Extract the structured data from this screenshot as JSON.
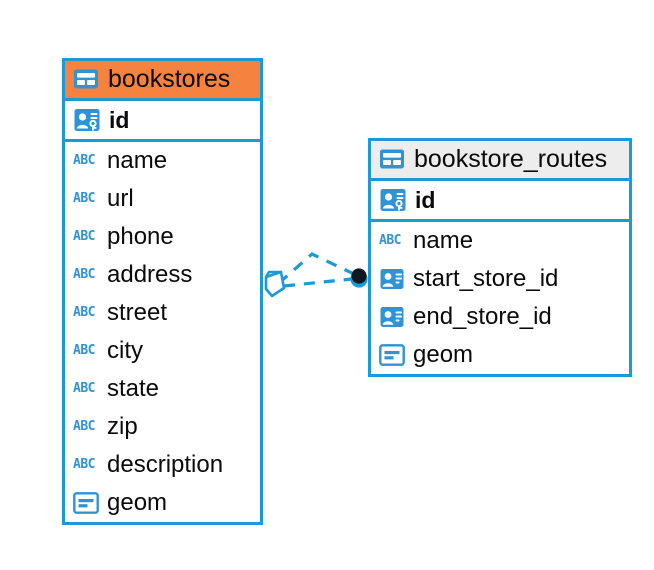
{
  "diagram": {
    "type": "entity-relationship-diagram",
    "background": "#ffffff",
    "colors": {
      "border_blue": "#1a9ad6",
      "header_orange": "#f5833f",
      "header_gray": "#ededed",
      "icon_blue": "#2f93d6",
      "text": "#0a0a0a",
      "connector_dash": "#1a9ad6",
      "connector_endpoint": "#101820"
    },
    "tables": [
      {
        "name": "bookstores",
        "header_style": "orange",
        "icon": "table-grid-icon",
        "primary_key": {
          "label": "id",
          "icon": "primary-key-icon"
        },
        "fields": [
          {
            "label": "name",
            "icon": "abc-text-icon"
          },
          {
            "label": "url",
            "icon": "abc-text-icon"
          },
          {
            "label": "phone",
            "icon": "abc-text-icon"
          },
          {
            "label": "address",
            "icon": "abc-text-icon"
          },
          {
            "label": "street",
            "icon": "abc-text-icon"
          },
          {
            "label": "city",
            "icon": "abc-text-icon"
          },
          {
            "label": "state",
            "icon": "abc-text-icon"
          },
          {
            "label": "zip",
            "icon": "abc-text-icon"
          },
          {
            "label": "description",
            "icon": "abc-text-icon"
          },
          {
            "label": "geom",
            "icon": "geometry-blob-icon"
          }
        ]
      },
      {
        "name": "bookstore_routes",
        "header_style": "gray",
        "icon": "table-grid-icon",
        "primary_key": {
          "label": "id",
          "icon": "primary-key-icon"
        },
        "fields": [
          {
            "label": "name",
            "icon": "abc-text-icon"
          },
          {
            "label": "start_store_id",
            "icon": "foreign-key-icon"
          },
          {
            "label": "end_store_id",
            "icon": "foreign-key-icon"
          },
          {
            "label": "geom",
            "icon": "geometry-blob-icon"
          }
        ]
      }
    ],
    "relationship": {
      "from_table": "bookstores",
      "to_table": "bookstore_routes",
      "line_style": "dashed",
      "source_marker": "polygon-marker",
      "target_marker": "filled-circle-marker",
      "branches": 2
    }
  }
}
